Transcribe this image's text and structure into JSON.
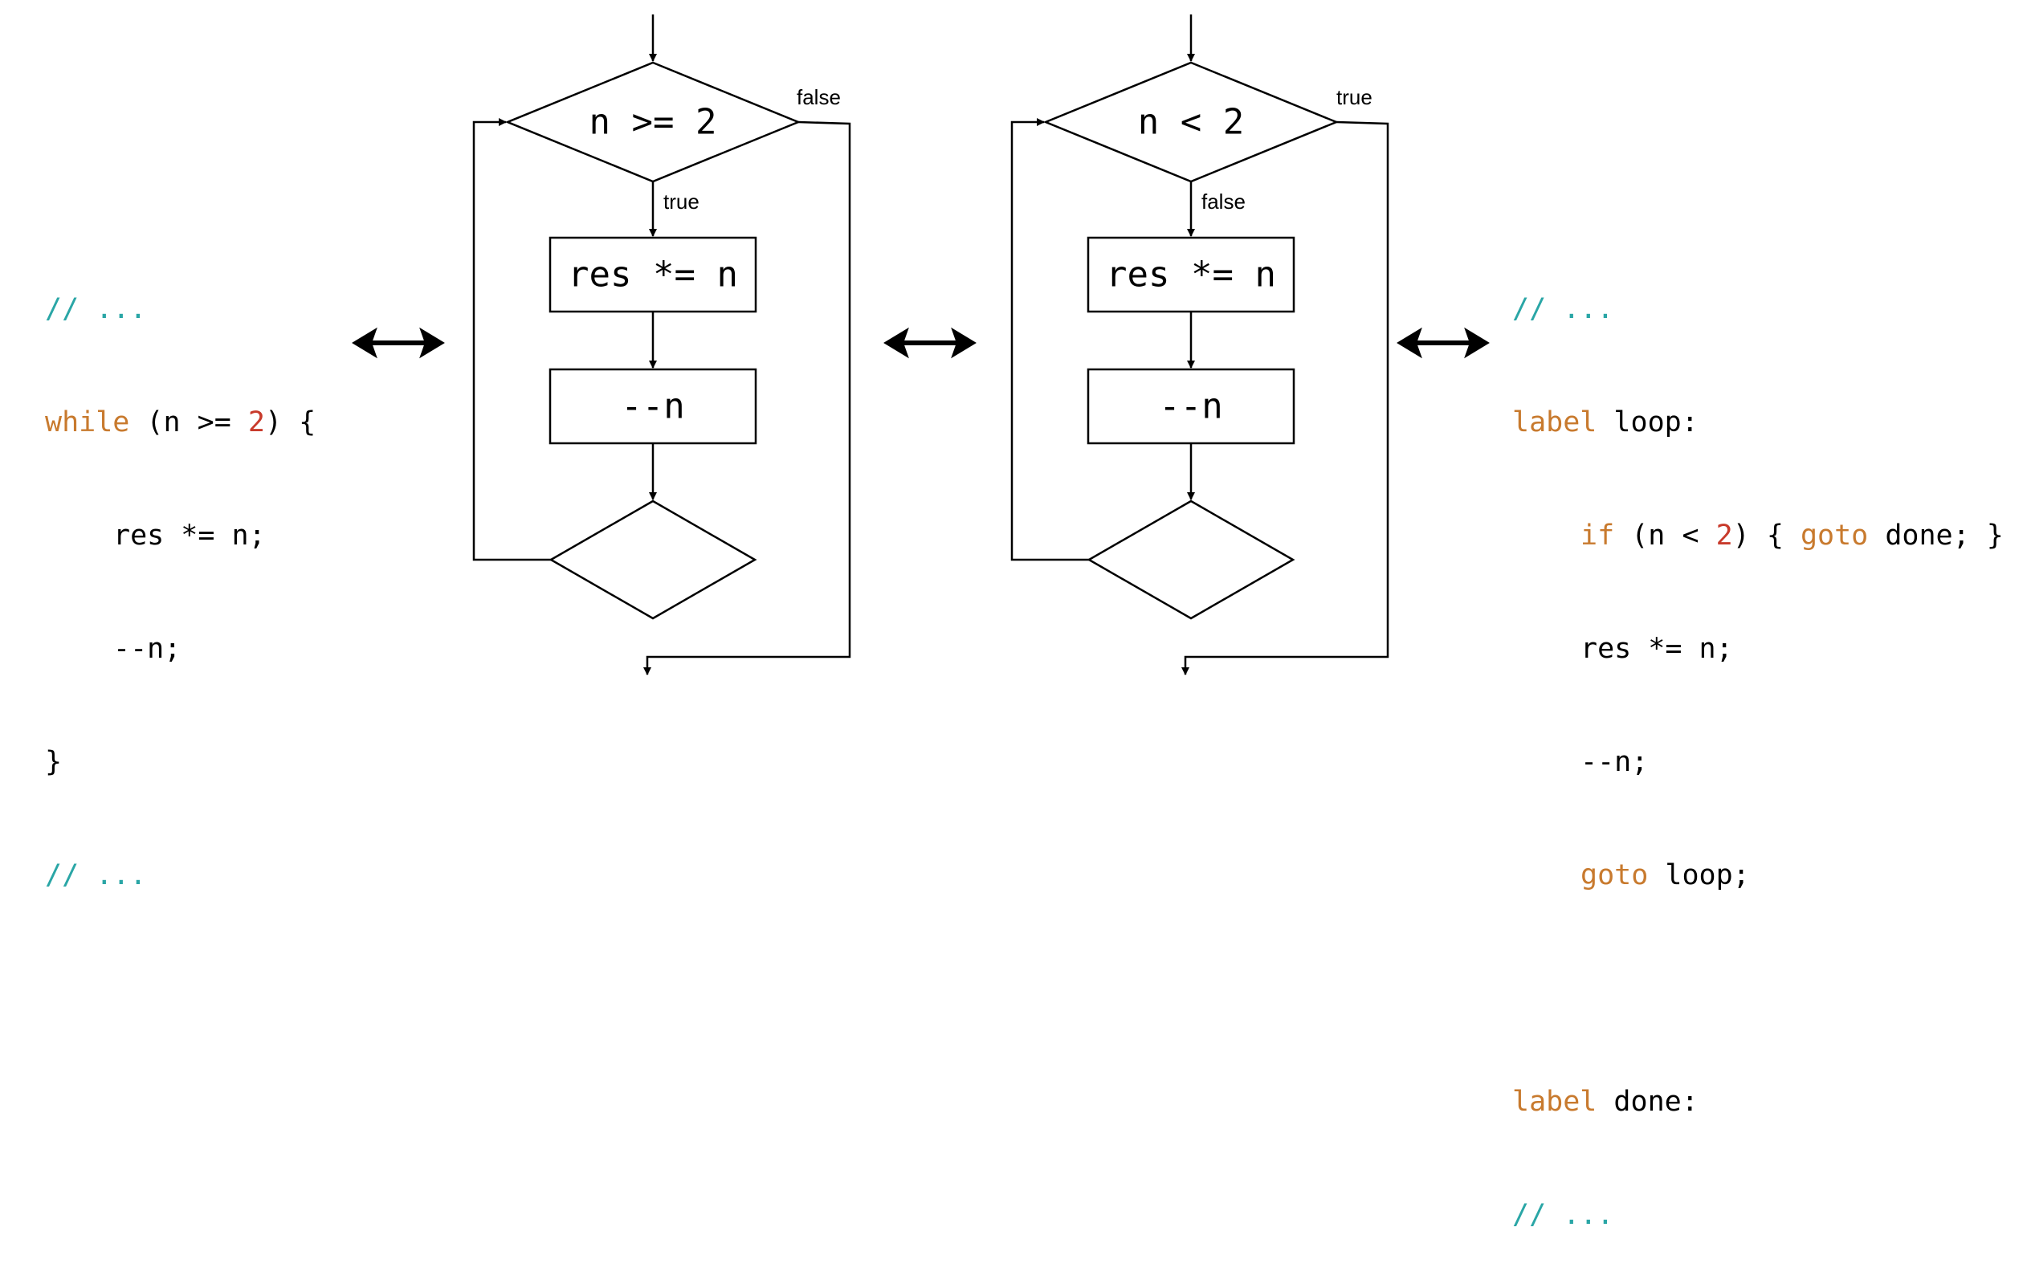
{
  "left_code": {
    "line1": "// ...",
    "line2_kw": "while",
    "line2_a": " (n >= ",
    "line2_num": "2",
    "line2_b": ") {",
    "line3": "res *= n;",
    "line4": "--n;",
    "line5": "}",
    "line6": "// ..."
  },
  "flow1": {
    "condition": "n >= 2",
    "exit_label": "false",
    "enter_label": "true",
    "body1": "res *= n",
    "body2": "--n"
  },
  "flow2": {
    "condition": "n < 2",
    "exit_label": "true",
    "enter_label": "false",
    "body1": "res *= n",
    "body2": "--n"
  },
  "right_code": {
    "line1": "// ...",
    "line2_kw": "label",
    "line2_rest": " loop:",
    "line3_kw1": "if",
    "line3_a": " (n < ",
    "line3_num": "2",
    "line3_b": ") { ",
    "line3_kw2": "goto",
    "line3_c": " done; }",
    "line4": "res *= n;",
    "line5": "--n;",
    "line6_kw": "goto",
    "line6_rest": " loop;",
    "line8_kw": "label",
    "line8_rest": " done:",
    "line9": "// ..."
  },
  "icons": [
    "double-arrow-icon",
    "double-arrow-icon",
    "double-arrow-icon"
  ]
}
